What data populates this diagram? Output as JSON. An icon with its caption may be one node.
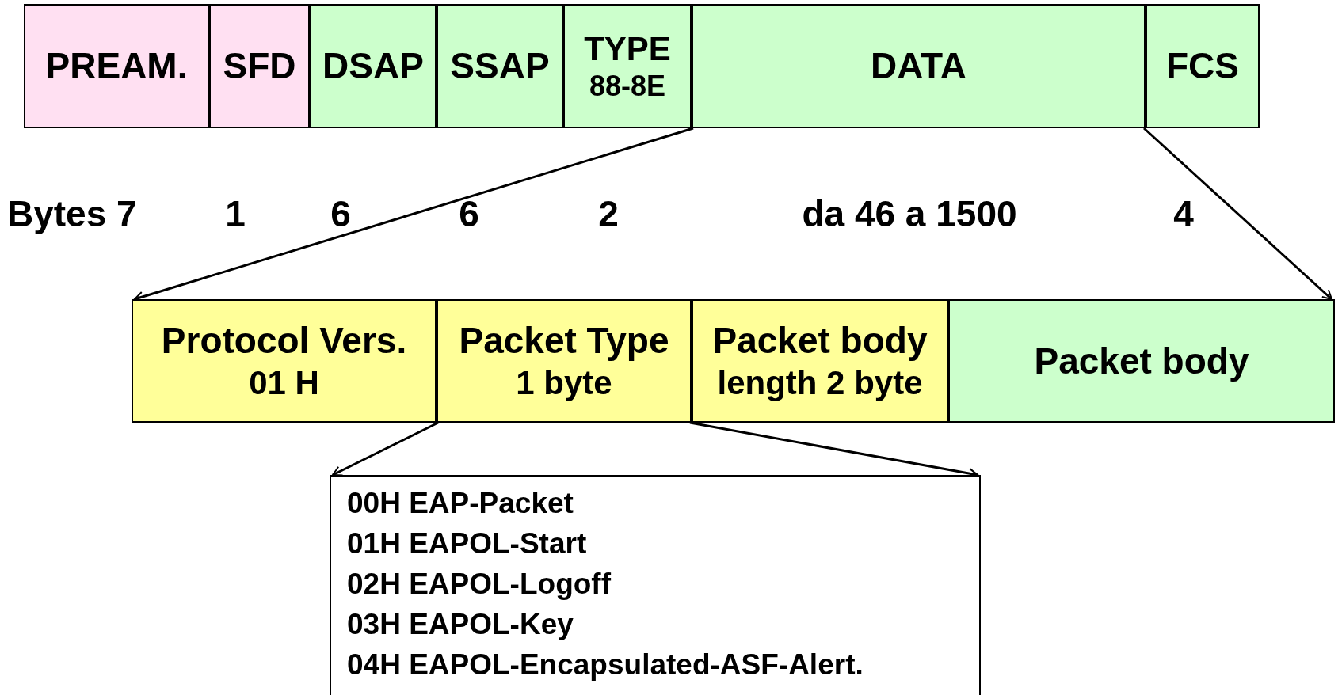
{
  "diagram": {
    "nodes": [
      {
        "text": [
          "PREAM."
        ]
      },
      {
        "text": [
          "SFD"
        ]
      },
      {
        "text": [
          "DSAP"
        ]
      },
      {
        "text": [
          "SSAP"
        ]
      },
      {
        "text": [
          "TYPE",
          "88-8E"
        ]
      },
      {
        "text": [
          "DATA"
        ]
      },
      {
        "text": [
          "FCS"
        ]
      },
      {
        "text": [
          "Protocol Vers.",
          "01 H"
        ]
      },
      {
        "text": [
          "Packet Type",
          "1 byte"
        ]
      },
      {
        "text": [
          "Packet body",
          "length 2 byte"
        ]
      },
      {
        "text": [
          "Packet body"
        ]
      },
      {
        "text": [
          "00H EAP-Packet",
          "01H EAPOL-Start",
          "02H EAPOL-Logoff",
          "03H EAPOL-Key",
          "04H EAPOL-Encapsulated-ASF-Alert."
        ]
      }
    ],
    "edges": [
      {
        "from": 5,
        "to": 7,
        "arrow": "to"
      },
      {
        "from": 5,
        "to": 10,
        "arrow": "to"
      },
      {
        "from": 8,
        "to": 11,
        "arrow": "to"
      },
      {
        "from": 8,
        "to": 11,
        "arrow": "to"
      }
    ],
    "labels": [
      "Bytes 7",
      "1",
      "6",
      "6",
      "2",
      "da 46 a 1500",
      "4"
    ]
  }
}
